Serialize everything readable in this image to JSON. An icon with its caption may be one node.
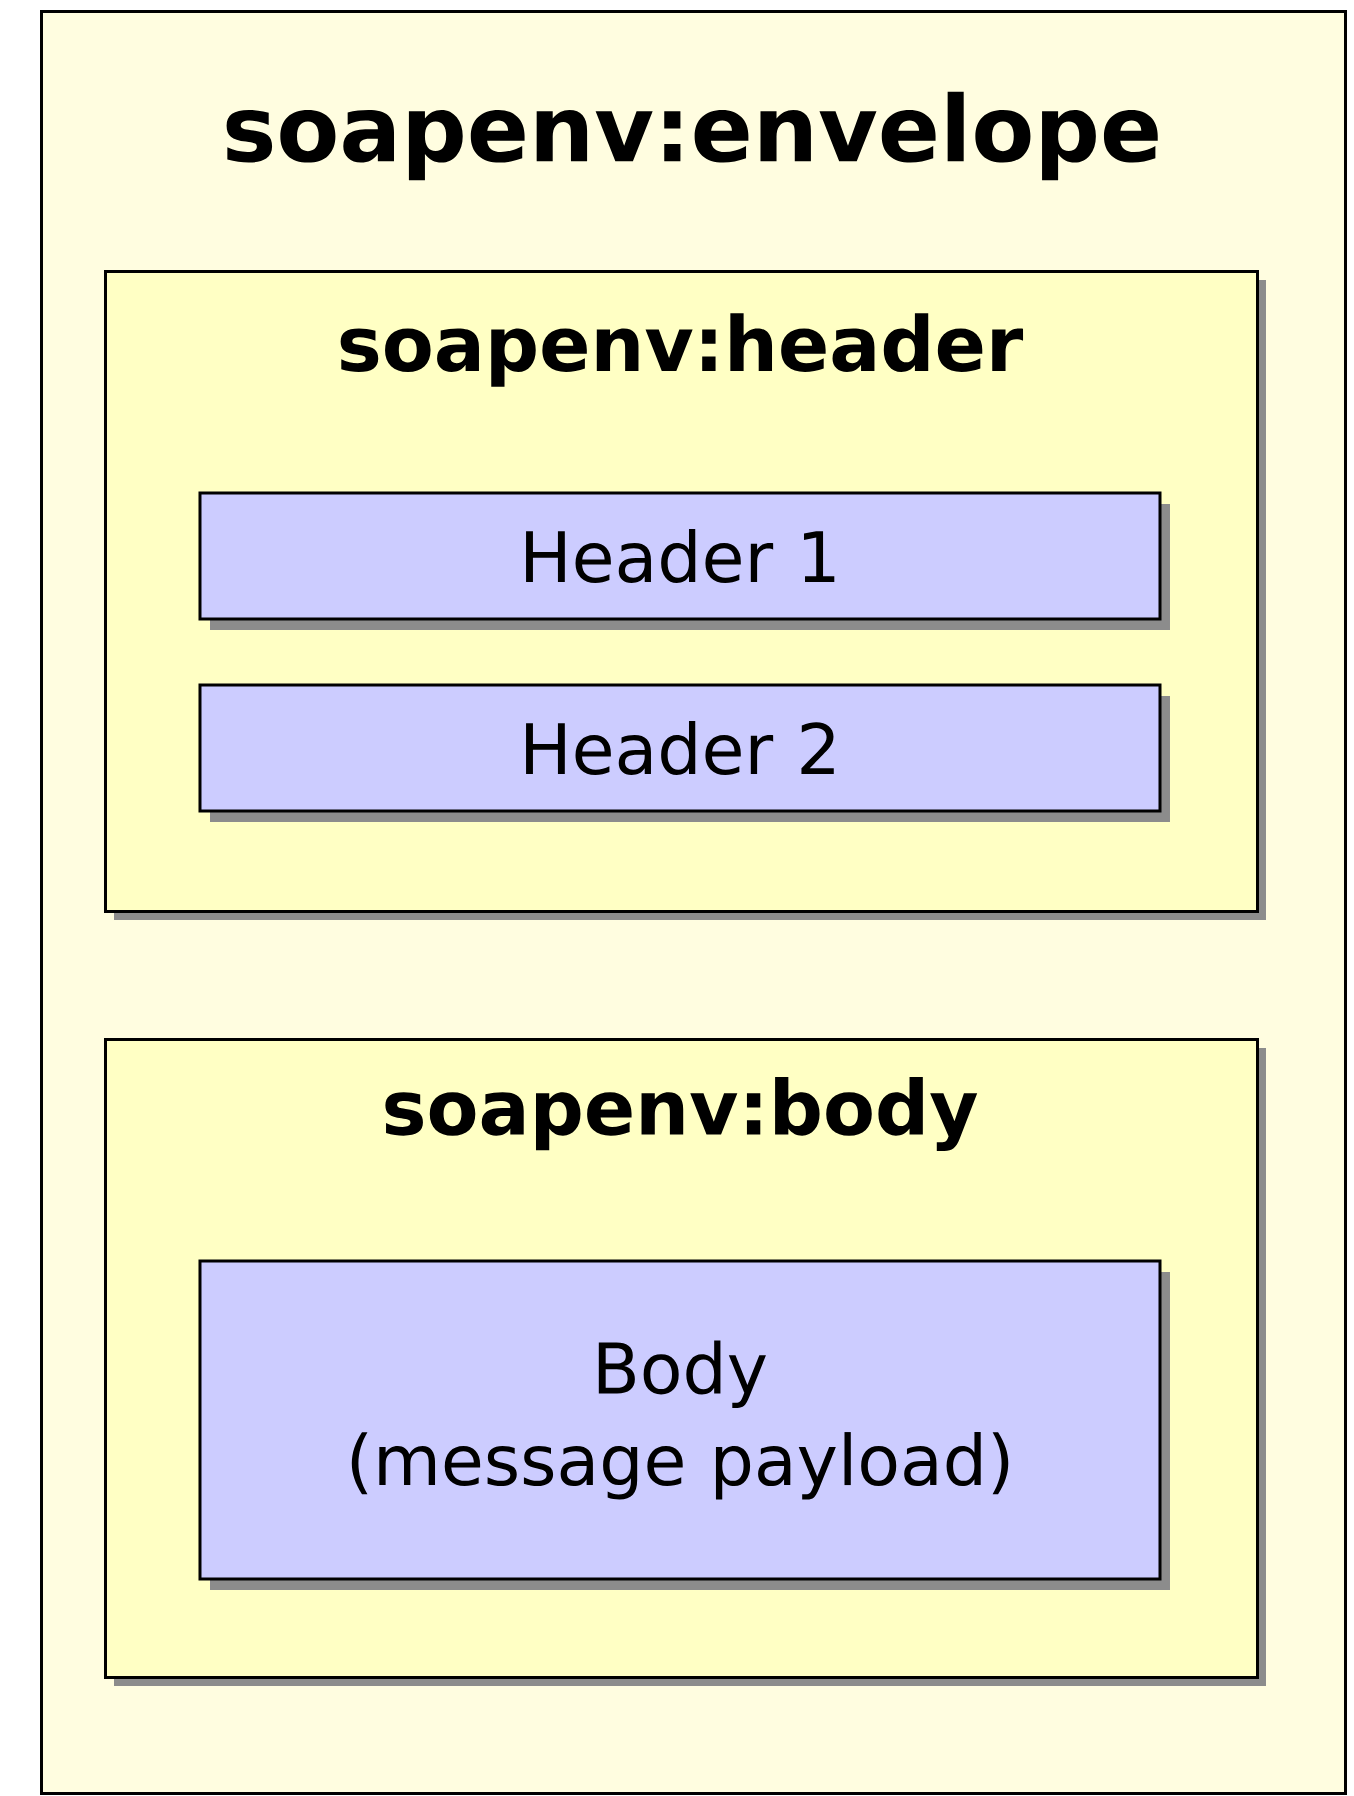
{
  "diagram": {
    "nodes": [
      {
        "text": [
          "soapenv:envelope"
        ]
      },
      {
        "text": [
          "soapenv:header"
        ],
        "in": 0
      },
      {
        "text": [
          "Header 1"
        ],
        "in": 1
      },
      {
        "text": [
          "Header 2"
        ],
        "in": 1
      },
      {
        "text": [
          "soapenv:body"
        ],
        "in": 0
      },
      {
        "text": [
          "Body (message payload)"
        ],
        "in": 4
      }
    ]
  }
}
